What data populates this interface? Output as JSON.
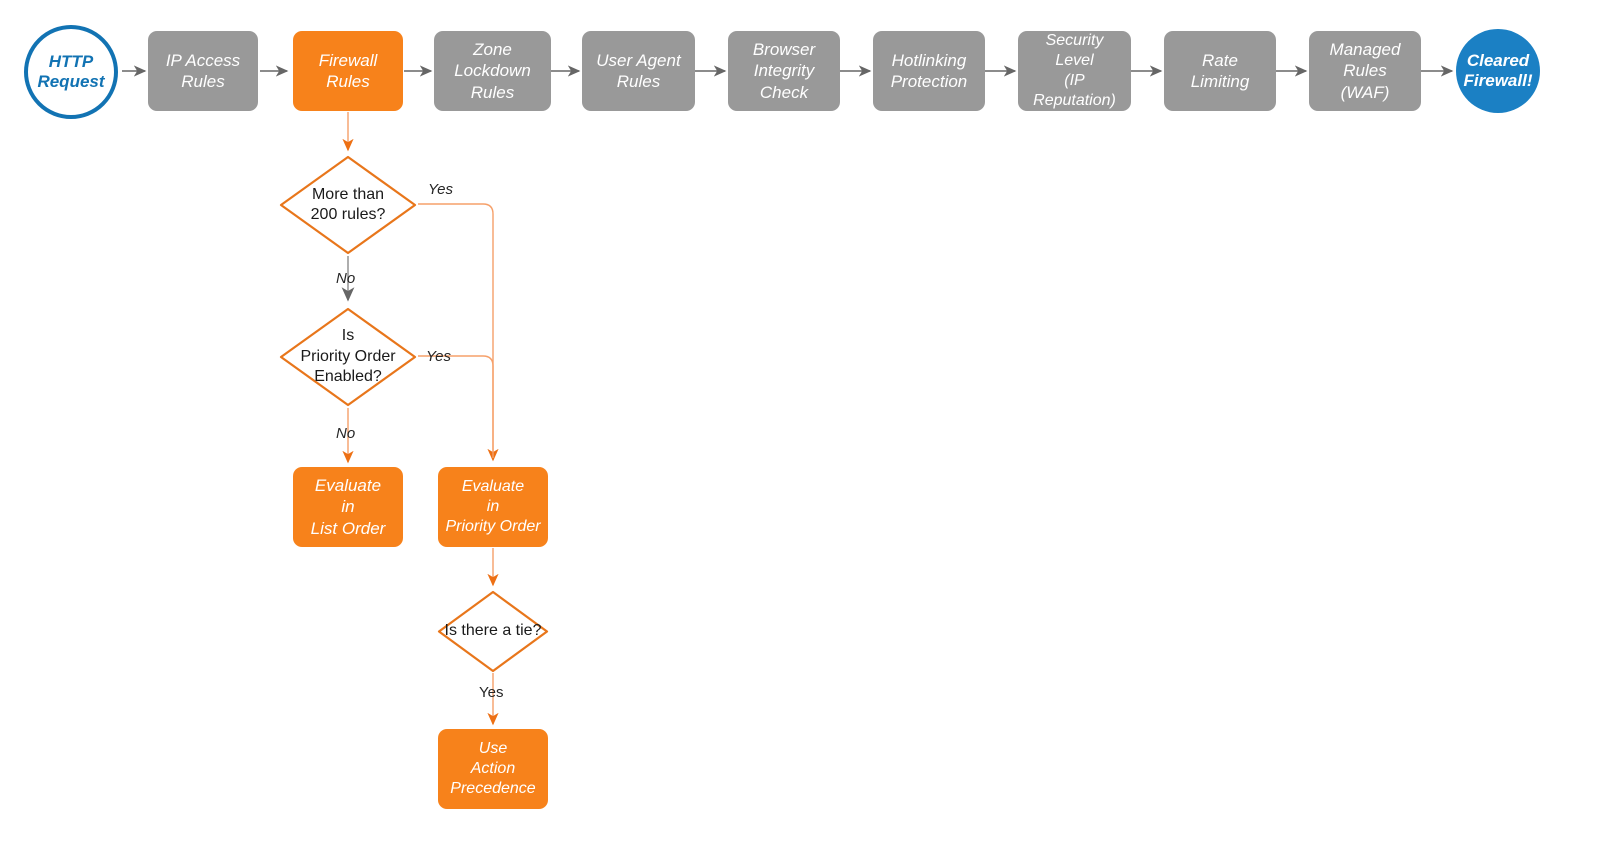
{
  "diagram": {
    "title": "Cloudflare firewall request evaluation order",
    "colors": {
      "orange": "#F7821B",
      "orange_line": "#F08C4B",
      "gray": "#999999",
      "gray_line": "#666666",
      "blue_fill": "#1B80C4",
      "blue_outline": "#1273B3",
      "text_dark": "#1a1a1a"
    }
  },
  "pipeline": {
    "start": {
      "label": "HTTP\nRequest",
      "shape": "circle-outline"
    },
    "steps": [
      {
        "id": "ip-access-rules",
        "label": "IP Access\nRules",
        "state": "inactive"
      },
      {
        "id": "firewall-rules",
        "label": "Firewall\nRules",
        "state": "active"
      },
      {
        "id": "zone-lockdown-rules",
        "label": "Zone\nLockdown\nRules",
        "state": "inactive"
      },
      {
        "id": "user-agent-rules",
        "label": "User Agent\nRules",
        "state": "inactive"
      },
      {
        "id": "browser-integrity",
        "label": "Browser\nIntegrity\nCheck",
        "state": "inactive"
      },
      {
        "id": "hotlinking",
        "label": "Hotlinking\nProtection",
        "state": "inactive"
      },
      {
        "id": "security-level",
        "label": "Security\nLevel\n(IP Reputation)",
        "state": "inactive"
      },
      {
        "id": "rate-limiting",
        "label": "Rate\nLimiting",
        "state": "inactive"
      },
      {
        "id": "managed-rules",
        "label": "Managed\nRules\n(WAF)",
        "state": "inactive"
      }
    ],
    "end": {
      "label": "Cleared\nFirewall!",
      "shape": "circle-filled"
    }
  },
  "branch": {
    "decisions": [
      {
        "id": "more-than-200-rules",
        "label": "More than\n200 rules?"
      },
      {
        "id": "is-priority-order",
        "label": "Is\nPriority Order\nEnabled?"
      },
      {
        "id": "is-there-a-tie",
        "label": "Is there a tie?"
      }
    ],
    "outcomes": [
      {
        "id": "evaluate-list-order",
        "label": "Evaluate\nin\nList Order"
      },
      {
        "id": "evaluate-priority-order",
        "label": "Evaluate\nin\nPriority Order"
      },
      {
        "id": "use-action-precedence",
        "label": "Use\nAction\nPrecedence"
      }
    ],
    "edge_labels": {
      "yes_200": "Yes",
      "no_200": "No",
      "yes_priority": "Yes",
      "no_priority": "No",
      "yes_tie": "Yes"
    }
  }
}
